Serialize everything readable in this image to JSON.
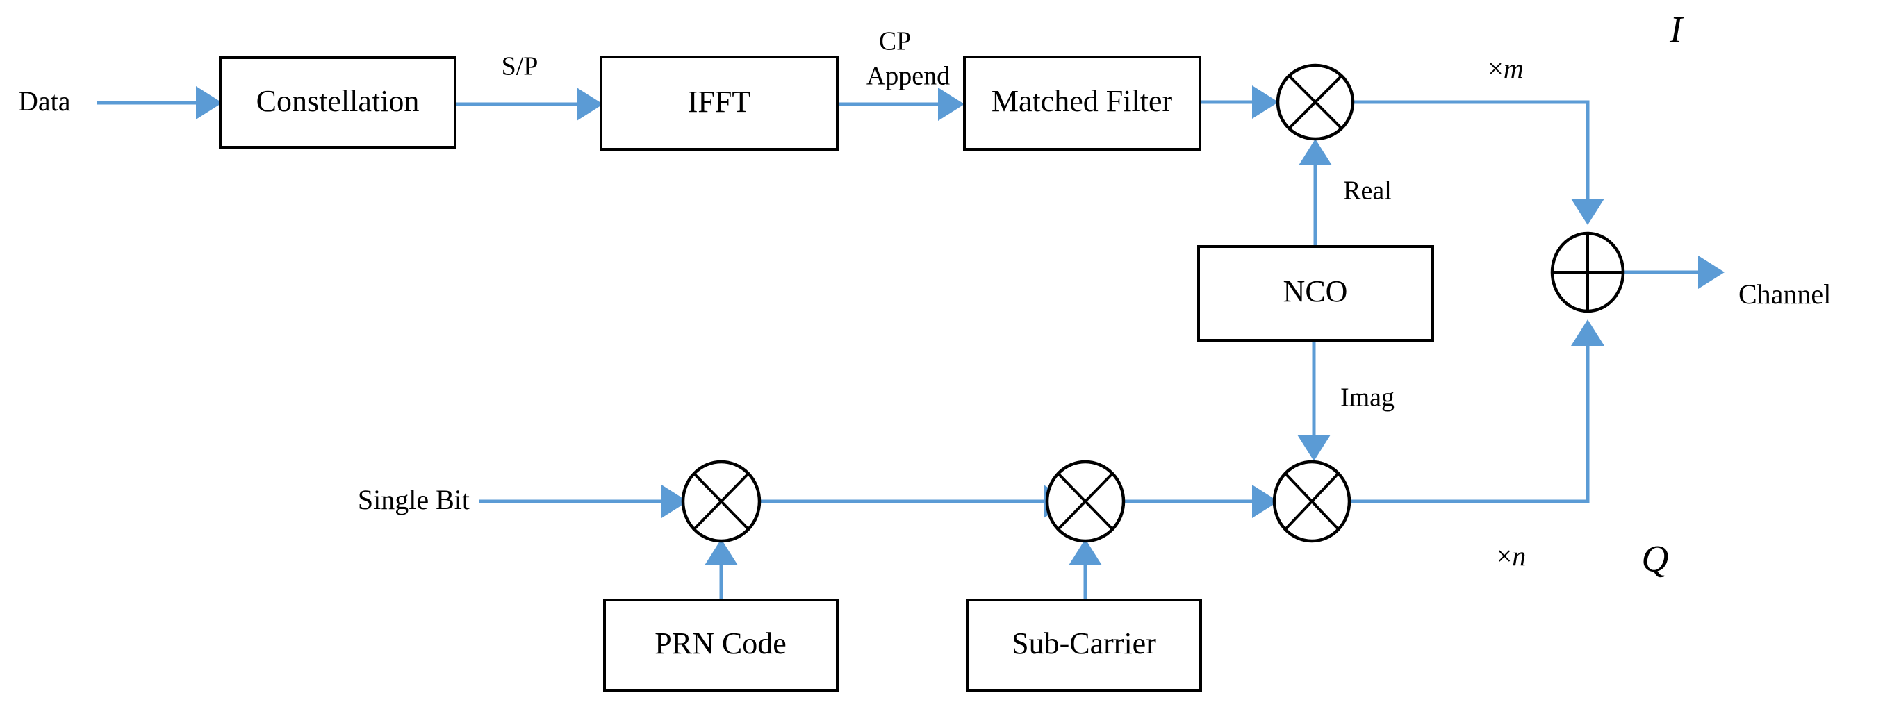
{
  "diagram": {
    "title_text": "",
    "colors": {
      "wire": "#5B9BD5",
      "outline": "#000000",
      "background": "#ffffff",
      "text": "#000000"
    },
    "blocks": [
      {
        "id": "constellation",
        "label": "Constellation"
      },
      {
        "id": "ifft",
        "label": "IFFT"
      },
      {
        "id": "matched_filter",
        "label": "Matched Filter"
      },
      {
        "id": "nco",
        "label": "NCO"
      },
      {
        "id": "prn_code",
        "label": "PRN Code"
      },
      {
        "id": "sub_carrier",
        "label": "Sub-Carrier"
      }
    ],
    "nodes": [
      {
        "id": "mixer_i",
        "symbol": "multiplier"
      },
      {
        "id": "mixer_prn",
        "symbol": "multiplier"
      },
      {
        "id": "mixer_sc",
        "symbol": "multiplier"
      },
      {
        "id": "mixer_q",
        "symbol": "multiplier"
      },
      {
        "id": "adder",
        "symbol": "summing-junction"
      }
    ],
    "io_labels": {
      "data_in": "Data",
      "single_bit_in": "Single Bit",
      "channel_out": "Channel"
    },
    "edge_labels": {
      "sp": "S/P",
      "cp_line1": "CP",
      "cp_line2": "Append",
      "real": "Real",
      "imag": "Imag"
    },
    "gain_labels": {
      "m_prefix": "×",
      "m_symbol": "m",
      "n_prefix": "×",
      "n_symbol": "n"
    },
    "branch_labels": {
      "inphase": "I",
      "quadrature": "Q"
    }
  }
}
